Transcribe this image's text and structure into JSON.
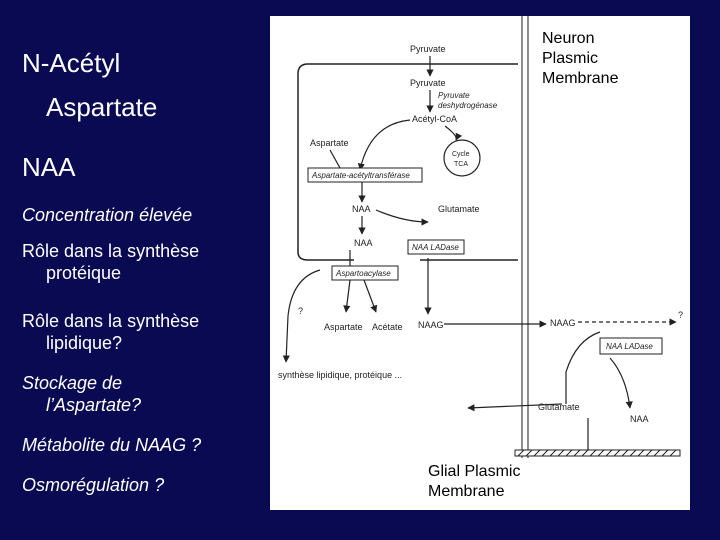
{
  "left_panel": {
    "title_line1": "N-Acétyl",
    "title_line2": "Aspartate",
    "heading": "NAA",
    "items": [
      {
        "line1": "Concentration élevée"
      },
      {
        "line1": "Rôle dans la synthèse",
        "line2": "protéique"
      },
      {
        "line1": "Rôle dans la synthèse",
        "line2": "lipidique?"
      },
      {
        "line1": "Stockage  de",
        "line2": "l’Aspartate?"
      },
      {
        "line1": "Métabolite du NAAG ?"
      },
      {
        "line1": "Osmorégulation ?"
      }
    ]
  },
  "diagram": {
    "neuron_label": [
      "Neuron",
      "Plasmic",
      "Membrane"
    ],
    "glial_label": [
      "Glial Plasmic",
      "Membrane"
    ],
    "pyruvate_top": "Pyruvate",
    "pyruvate_in": "Pyruvate",
    "pdh_line1": "Pyruvate",
    "pdh_line2": "deshydrogénase",
    "acetylcoa": "Acétyl-CoA",
    "aspartate": "Aspartate",
    "cycle_line1": "Cycle",
    "cycle_line2": "TCA",
    "transferase": "Aspartate-acétyltransférase",
    "naa1": "NAA",
    "glutamate1": "Glutamate",
    "naa2": "NAA",
    "naa_ladase1": "NAA LADase",
    "aspartoacylase": "Aspartoacylase",
    "question1": "?",
    "aspartate2": "Aspartate",
    "acetate": "Acétate",
    "naag1": "NAAG",
    "naag2": "NAAG",
    "question2": "?",
    "naa_ladase2": "NAA LADase",
    "synthesis": "synthèse  lipidique, protéique ...",
    "glutamate2": "Glutamate",
    "naa3": "NAA"
  }
}
